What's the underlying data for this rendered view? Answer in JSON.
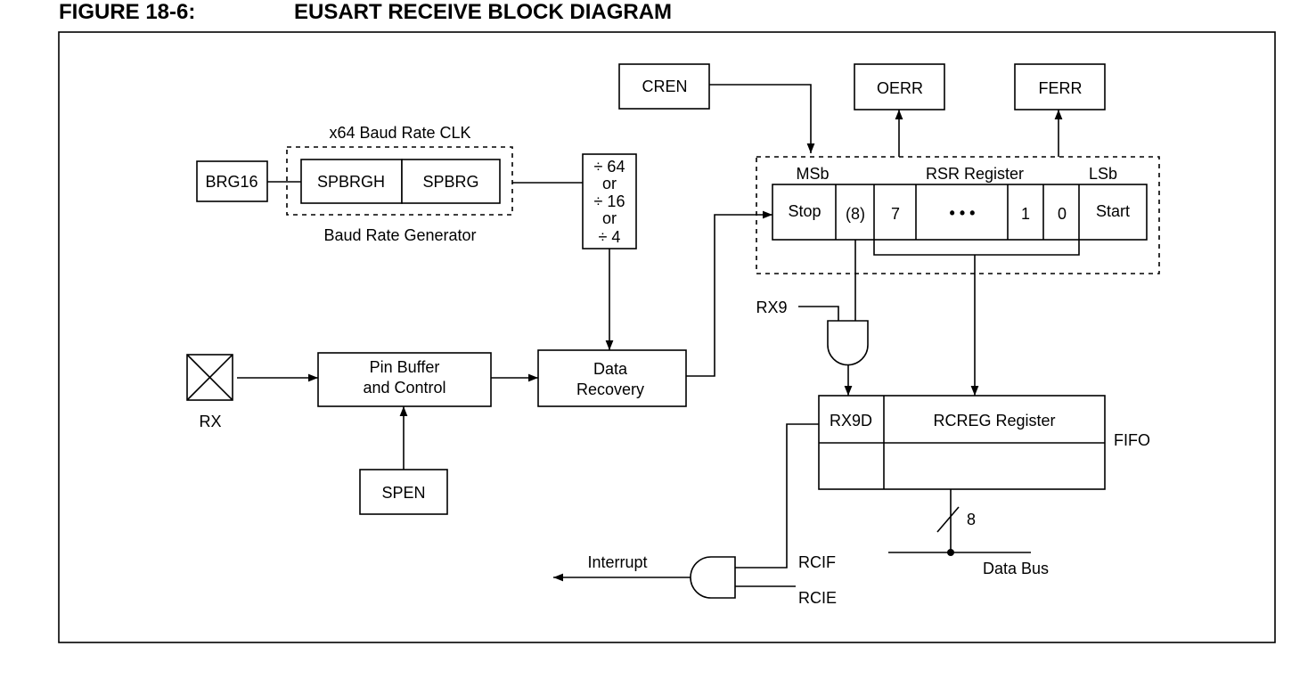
{
  "figure": {
    "number": "FIGURE 18-6:",
    "title": "EUSART RECEIVE BLOCK DIAGRAM"
  },
  "labels": {
    "x64_clk": "x64 Baud Rate CLK",
    "brg16": "BRG16",
    "spbrgh": "SPBRGH",
    "spbrg": "SPBRG",
    "baud_gen": "Baud Rate Generator",
    "divider": [
      "÷ 64",
      "or",
      "÷ 16",
      "or",
      "÷ 4"
    ],
    "cren": "CREN",
    "oerr": "OERR",
    "ferr": "FERR",
    "msb": "MSb",
    "rsr": "RSR Register",
    "lsb": "LSb",
    "rsr_cells": [
      "Stop",
      "(8)",
      "7",
      "• • •",
      "1",
      "0",
      "Start"
    ],
    "rx9": "RX9",
    "rx": "RX",
    "pin_buffer": [
      "Pin Buffer",
      "and Control"
    ],
    "data_recovery": [
      "Data",
      "Recovery"
    ],
    "spen": "SPEN",
    "rx9d": "RX9D",
    "rcreg": "RCREG Register",
    "fifo": "FIFO",
    "bus_width": "8",
    "data_bus": "Data Bus",
    "interrupt": "Interrupt",
    "rcif": "RCIF",
    "rcie": "RCIE"
  }
}
